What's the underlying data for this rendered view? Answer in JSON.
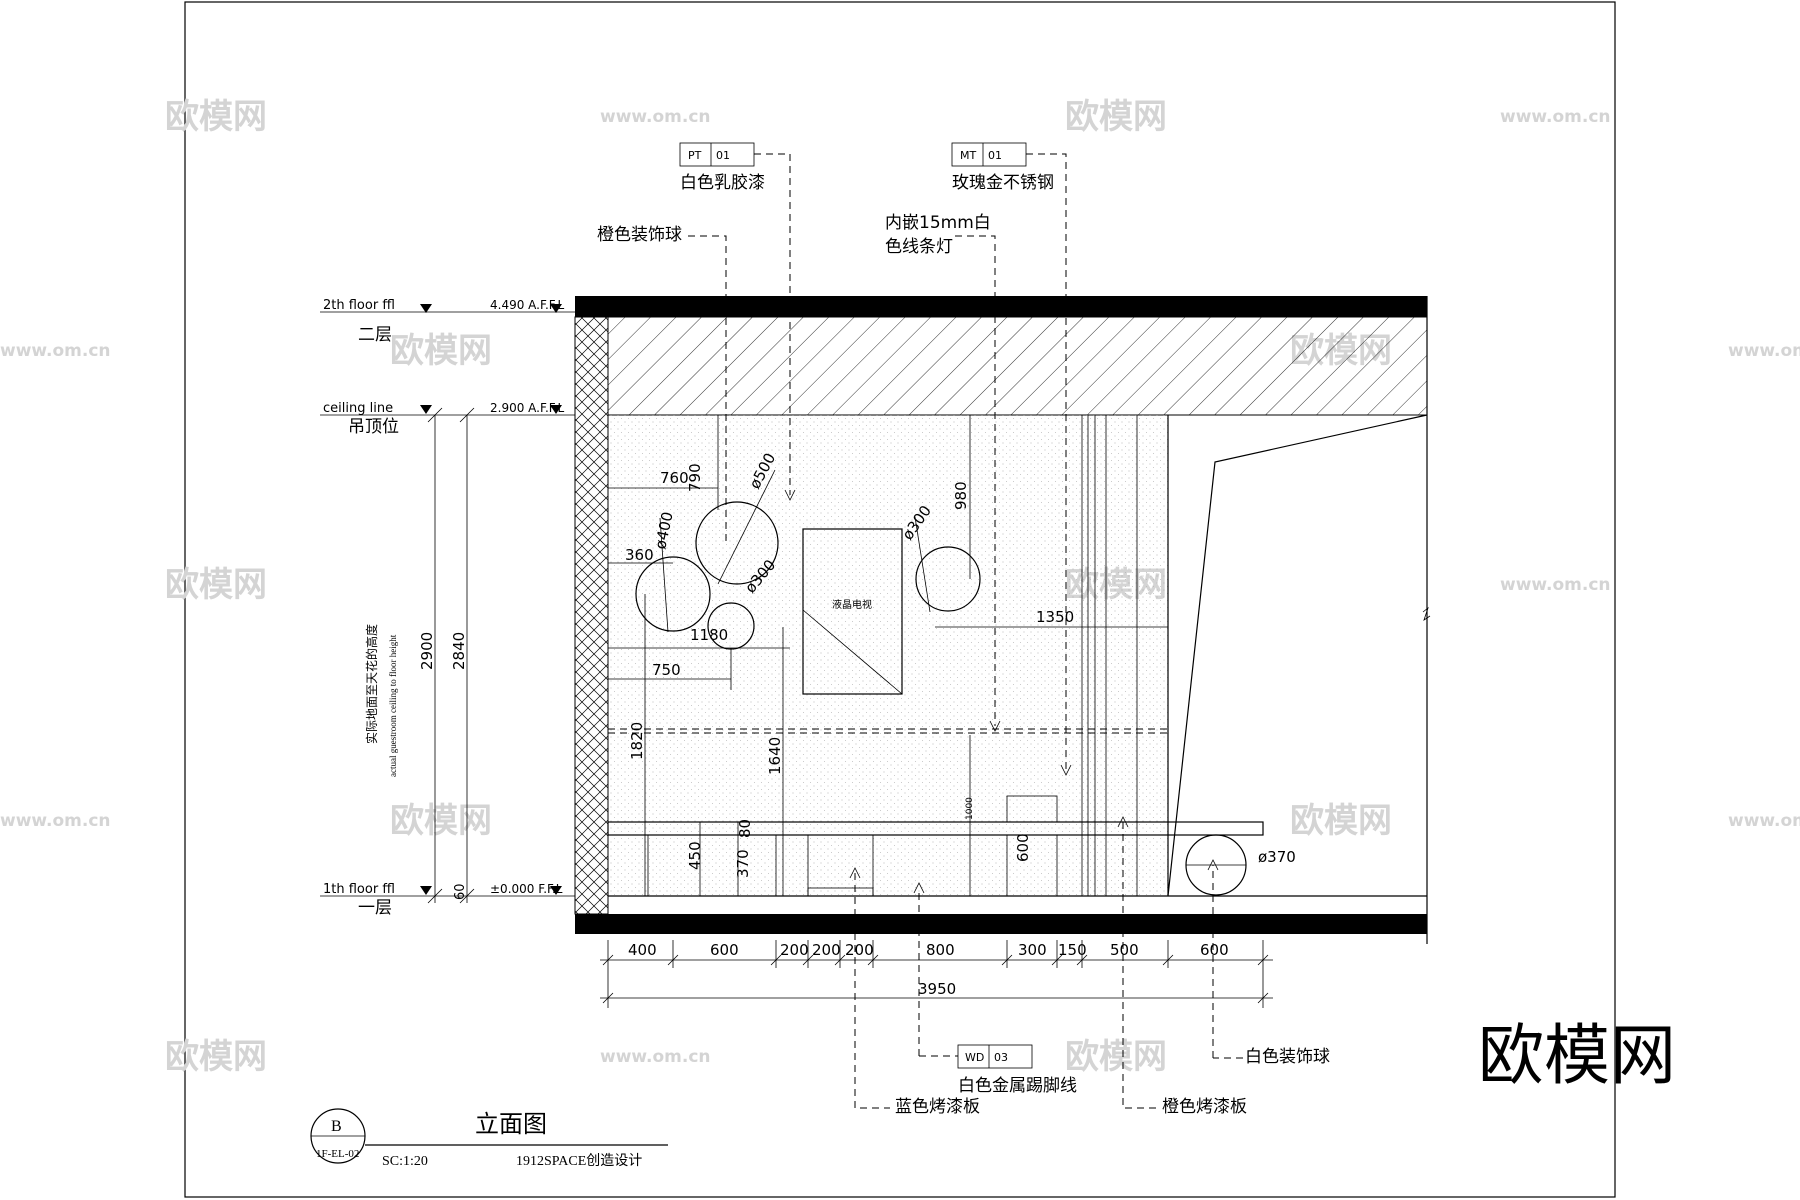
{
  "watermark": {
    "brand": "欧模网",
    "url": "www.om.cn"
  },
  "levels": {
    "second_floor": {
      "en": "2th floor ffl",
      "zh": "二层",
      "value": "4.490 A.F.F.L"
    },
    "ceiling": {
      "en": "ceiling line",
      "zh": "吊顶位",
      "value": "2.900 A.F.F.L"
    },
    "first_floor": {
      "en": "1th floor ffl",
      "zh": "一层",
      "value": "±0.000 F.F.L"
    }
  },
  "vertical_note": {
    "zh": "实际地面至天花的高度",
    "en": "actual guestroom ceiling to floor height"
  },
  "materials": {
    "pt01": {
      "code": "PT",
      "num": "01",
      "label": "白色乳胶漆"
    },
    "mt01": {
      "code": "MT",
      "num": "01",
      "label": "玫瑰金不锈钢"
    },
    "wd03": {
      "code": "WD",
      "num": "03",
      "label": "白色金属踢脚线"
    }
  },
  "callouts": {
    "orange_ball": "橙色装饰球",
    "led_strip_1": "内嵌15mm白",
    "led_strip_2": "色线条灯",
    "white_ball": "白色装饰球",
    "blue_panel": "蓝色烤漆板",
    "orange_panel": "橙色烤漆板",
    "tv": "液晶电视"
  },
  "dimensions": {
    "d760": "760",
    "d790": "790",
    "phi500": "ø500",
    "phi400": "ø400",
    "d360": "360",
    "phi300a": "ø300",
    "d1180": "1180",
    "d750": "750",
    "phi300b": "ø300",
    "d980": "980",
    "d1350": "1350",
    "d1820": "1820",
    "d1640": "1640",
    "d80": "80",
    "d450": "450",
    "d370": "370",
    "d1000": "1000",
    "d600v": "600",
    "phi370": "ø370",
    "h2900": "2900",
    "h2840": "2840",
    "h60": "60"
  },
  "bottom_dims": [
    "400",
    "600",
    "200",
    "200",
    "200",
    "800",
    "300",
    "150",
    "500",
    "600"
  ],
  "total_width": "3950",
  "title_block": {
    "letter": "B",
    "code": "1F-EL-02",
    "title": "立面图",
    "scale": "SC:1:20",
    "company": "1912SPACE创造设计"
  }
}
